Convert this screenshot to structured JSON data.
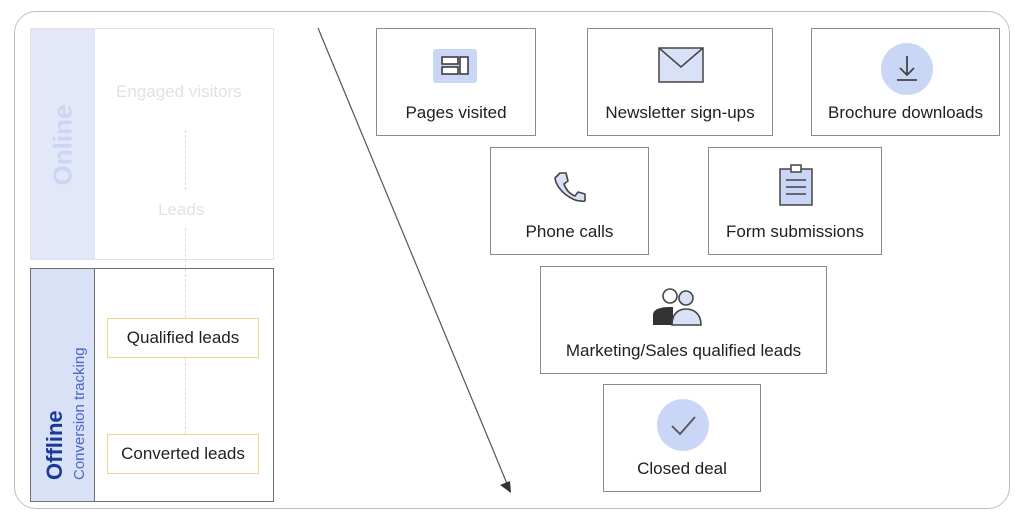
{
  "online": {
    "label": "Online",
    "items": [
      "Engaged visitors",
      "Leads"
    ]
  },
  "offline": {
    "label": "Offline",
    "sublabel": "Conversion tracking",
    "items": [
      "Qualified leads",
      "Converted leads"
    ]
  },
  "steps": {
    "pages_visited": "Pages visited",
    "newsletter": "Newsletter sign-ups",
    "brochure": "Brochure downloads",
    "phone_calls": "Phone calls",
    "form_submissions": "Form submissions",
    "mql_sql": "Marketing/Sales qualified leads",
    "closed_deal": "Closed deal"
  },
  "colors": {
    "accent_blue": "#1a3a99",
    "light_blue": "#d9e1f7",
    "icon_fill": "#c9d6f6",
    "highlight_border": "#f0d68a"
  }
}
